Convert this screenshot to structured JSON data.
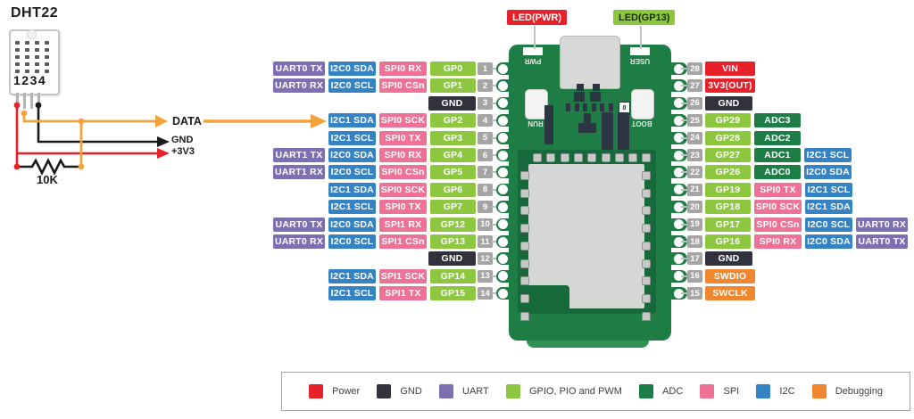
{
  "sensor": {
    "title": "DHT22",
    "pin_numbers": "1234",
    "wire_labels": {
      "data": "DATA",
      "gnd": "GND",
      "v3": "+3V3"
    },
    "resistor_label": "10K"
  },
  "board": {
    "callouts": {
      "pwr": "LED(PWR)",
      "gp13": "LED(GP13)"
    },
    "silkscreen": {
      "pwr": "PWR",
      "user": "USER",
      "run": "RUN",
      "boot": "BOOT",
      "zero": "0"
    }
  },
  "pins": {
    "left": [
      {
        "num": "1",
        "labels": [
          [
            "UART0 TX",
            "uart"
          ],
          [
            "I2C0 SDA",
            "i2c"
          ],
          [
            "SPI0 RX",
            "spi"
          ],
          [
            "GP0",
            "gpio"
          ]
        ]
      },
      {
        "num": "2",
        "labels": [
          [
            "UART0 RX",
            "uart"
          ],
          [
            "I2C0 SCL",
            "i2c"
          ],
          [
            "SPI0 CSn",
            "spi"
          ],
          [
            "GP1",
            "gpio"
          ]
        ]
      },
      {
        "num": "3",
        "labels": [
          [
            "GND",
            "gnd"
          ]
        ]
      },
      {
        "num": "4",
        "labels": [
          [
            "I2C1 SDA",
            "i2c"
          ],
          [
            "SPI0 SCK",
            "spi"
          ],
          [
            "GP2",
            "gpio"
          ]
        ]
      },
      {
        "num": "5",
        "labels": [
          [
            "I2C1 SCL",
            "i2c"
          ],
          [
            "SPI0 TX",
            "spi"
          ],
          [
            "GP3",
            "gpio"
          ]
        ]
      },
      {
        "num": "6",
        "labels": [
          [
            "UART1 TX",
            "uart"
          ],
          [
            "I2C0 SDA",
            "i2c"
          ],
          [
            "SPI0 RX",
            "spi"
          ],
          [
            "GP4",
            "gpio"
          ]
        ]
      },
      {
        "num": "7",
        "labels": [
          [
            "UART1 RX",
            "uart"
          ],
          [
            "I2C0 SCL",
            "i2c"
          ],
          [
            "SPI0 CSn",
            "spi"
          ],
          [
            "GP5",
            "gpio"
          ]
        ]
      },
      {
        "num": "8",
        "labels": [
          [
            "I2C1 SDA",
            "i2c"
          ],
          [
            "SPI0 SCK",
            "spi"
          ],
          [
            "GP6",
            "gpio"
          ]
        ]
      },
      {
        "num": "9",
        "labels": [
          [
            "I2C1 SCL",
            "i2c"
          ],
          [
            "SPI0 TX",
            "spi"
          ],
          [
            "GP7",
            "gpio"
          ]
        ]
      },
      {
        "num": "10",
        "labels": [
          [
            "UART0 TX",
            "uart"
          ],
          [
            "I2C0 SDA",
            "i2c"
          ],
          [
            "SPI1 RX",
            "spi"
          ],
          [
            "GP12",
            "gpio"
          ]
        ]
      },
      {
        "num": "11",
        "labels": [
          [
            "UART0 RX",
            "uart"
          ],
          [
            "I2C0 SCL",
            "i2c"
          ],
          [
            "SPI1 CSn",
            "spi"
          ],
          [
            "GP13",
            "gpio"
          ]
        ]
      },
      {
        "num": "12",
        "labels": [
          [
            "GND",
            "gnd"
          ]
        ]
      },
      {
        "num": "13",
        "labels": [
          [
            "I2C1 SDA",
            "i2c"
          ],
          [
            "SPI1 SCK",
            "spi"
          ],
          [
            "GP14",
            "gpio"
          ]
        ]
      },
      {
        "num": "14",
        "labels": [
          [
            "I2C1 SCL",
            "i2c"
          ],
          [
            "SPI1 TX",
            "spi"
          ],
          [
            "GP15",
            "gpio"
          ]
        ]
      }
    ],
    "right": [
      {
        "num": "28",
        "labels": [
          [
            "VIN",
            "power"
          ]
        ]
      },
      {
        "num": "27",
        "labels": [
          [
            "3V3(OUT)",
            "power"
          ]
        ]
      },
      {
        "num": "26",
        "labels": [
          [
            "GND",
            "gnd"
          ]
        ]
      },
      {
        "num": "25",
        "labels": [
          [
            "GP29",
            "gpio"
          ],
          [
            "ADC3",
            "adc"
          ]
        ]
      },
      {
        "num": "24",
        "labels": [
          [
            "GP28",
            "gpio"
          ],
          [
            "ADC2",
            "adc"
          ]
        ]
      },
      {
        "num": "23",
        "labels": [
          [
            "GP27",
            "gpio"
          ],
          [
            "ADC1",
            "adc"
          ],
          [
            "I2C1 SCL",
            "i2c"
          ]
        ]
      },
      {
        "num": "22",
        "labels": [
          [
            "GP26",
            "gpio"
          ],
          [
            "ADC0",
            "adc"
          ],
          [
            "I2C0 SDA",
            "i2c"
          ]
        ]
      },
      {
        "num": "21",
        "labels": [
          [
            "GP19",
            "gpio"
          ],
          [
            "SPI0 TX",
            "spi"
          ],
          [
            "I2C1 SCL",
            "i2c"
          ]
        ]
      },
      {
        "num": "20",
        "labels": [
          [
            "GP18",
            "gpio"
          ],
          [
            "SPI0 SCK",
            "spi"
          ],
          [
            "I2C1 SDA",
            "i2c"
          ]
        ]
      },
      {
        "num": "19",
        "labels": [
          [
            "GP17",
            "gpio"
          ],
          [
            "SPI0 CSn",
            "spi"
          ],
          [
            "I2C0 SCL",
            "i2c"
          ],
          [
            "UART0 RX",
            "uart"
          ]
        ]
      },
      {
        "num": "18",
        "labels": [
          [
            "GP16",
            "gpio"
          ],
          [
            "SPI0 RX",
            "spi"
          ],
          [
            "I2C0 SDA",
            "i2c"
          ],
          [
            "UART0 TX",
            "uart"
          ]
        ]
      },
      {
        "num": "17",
        "labels": [
          [
            "GND",
            "gnd"
          ]
        ]
      },
      {
        "num": "16",
        "labels": [
          [
            "SWDIO",
            "debug"
          ]
        ]
      },
      {
        "num": "15",
        "labels": [
          [
            "SWCLK",
            "debug"
          ]
        ]
      }
    ]
  },
  "legend": {
    "items": [
      {
        "label": "Power",
        "type": "power"
      },
      {
        "label": "GND",
        "type": "gnd"
      },
      {
        "label": "UART",
        "type": "uart"
      },
      {
        "label": "GPIO, PIO and PWM",
        "type": "gpio"
      },
      {
        "label": "ADC",
        "type": "adc"
      },
      {
        "label": "SPI",
        "type": "spi"
      },
      {
        "label": "I2C",
        "type": "i2c"
      },
      {
        "label": "Debugging",
        "type": "debug"
      }
    ]
  },
  "colors": {
    "power": "#e62129",
    "gnd": "#32323c",
    "uart": "#7e6eb2",
    "gpio": "#8dc63f",
    "adc": "#1d7d46",
    "spi": "#ee7296",
    "i2c": "#3583c5",
    "debug": "#f0862e",
    "board": "#1e7c45",
    "board_light": "#2f9356",
    "wire_orange": "#f2a33c",
    "wire_red": "#e62129",
    "wire_black": "#1a1a1a"
  }
}
